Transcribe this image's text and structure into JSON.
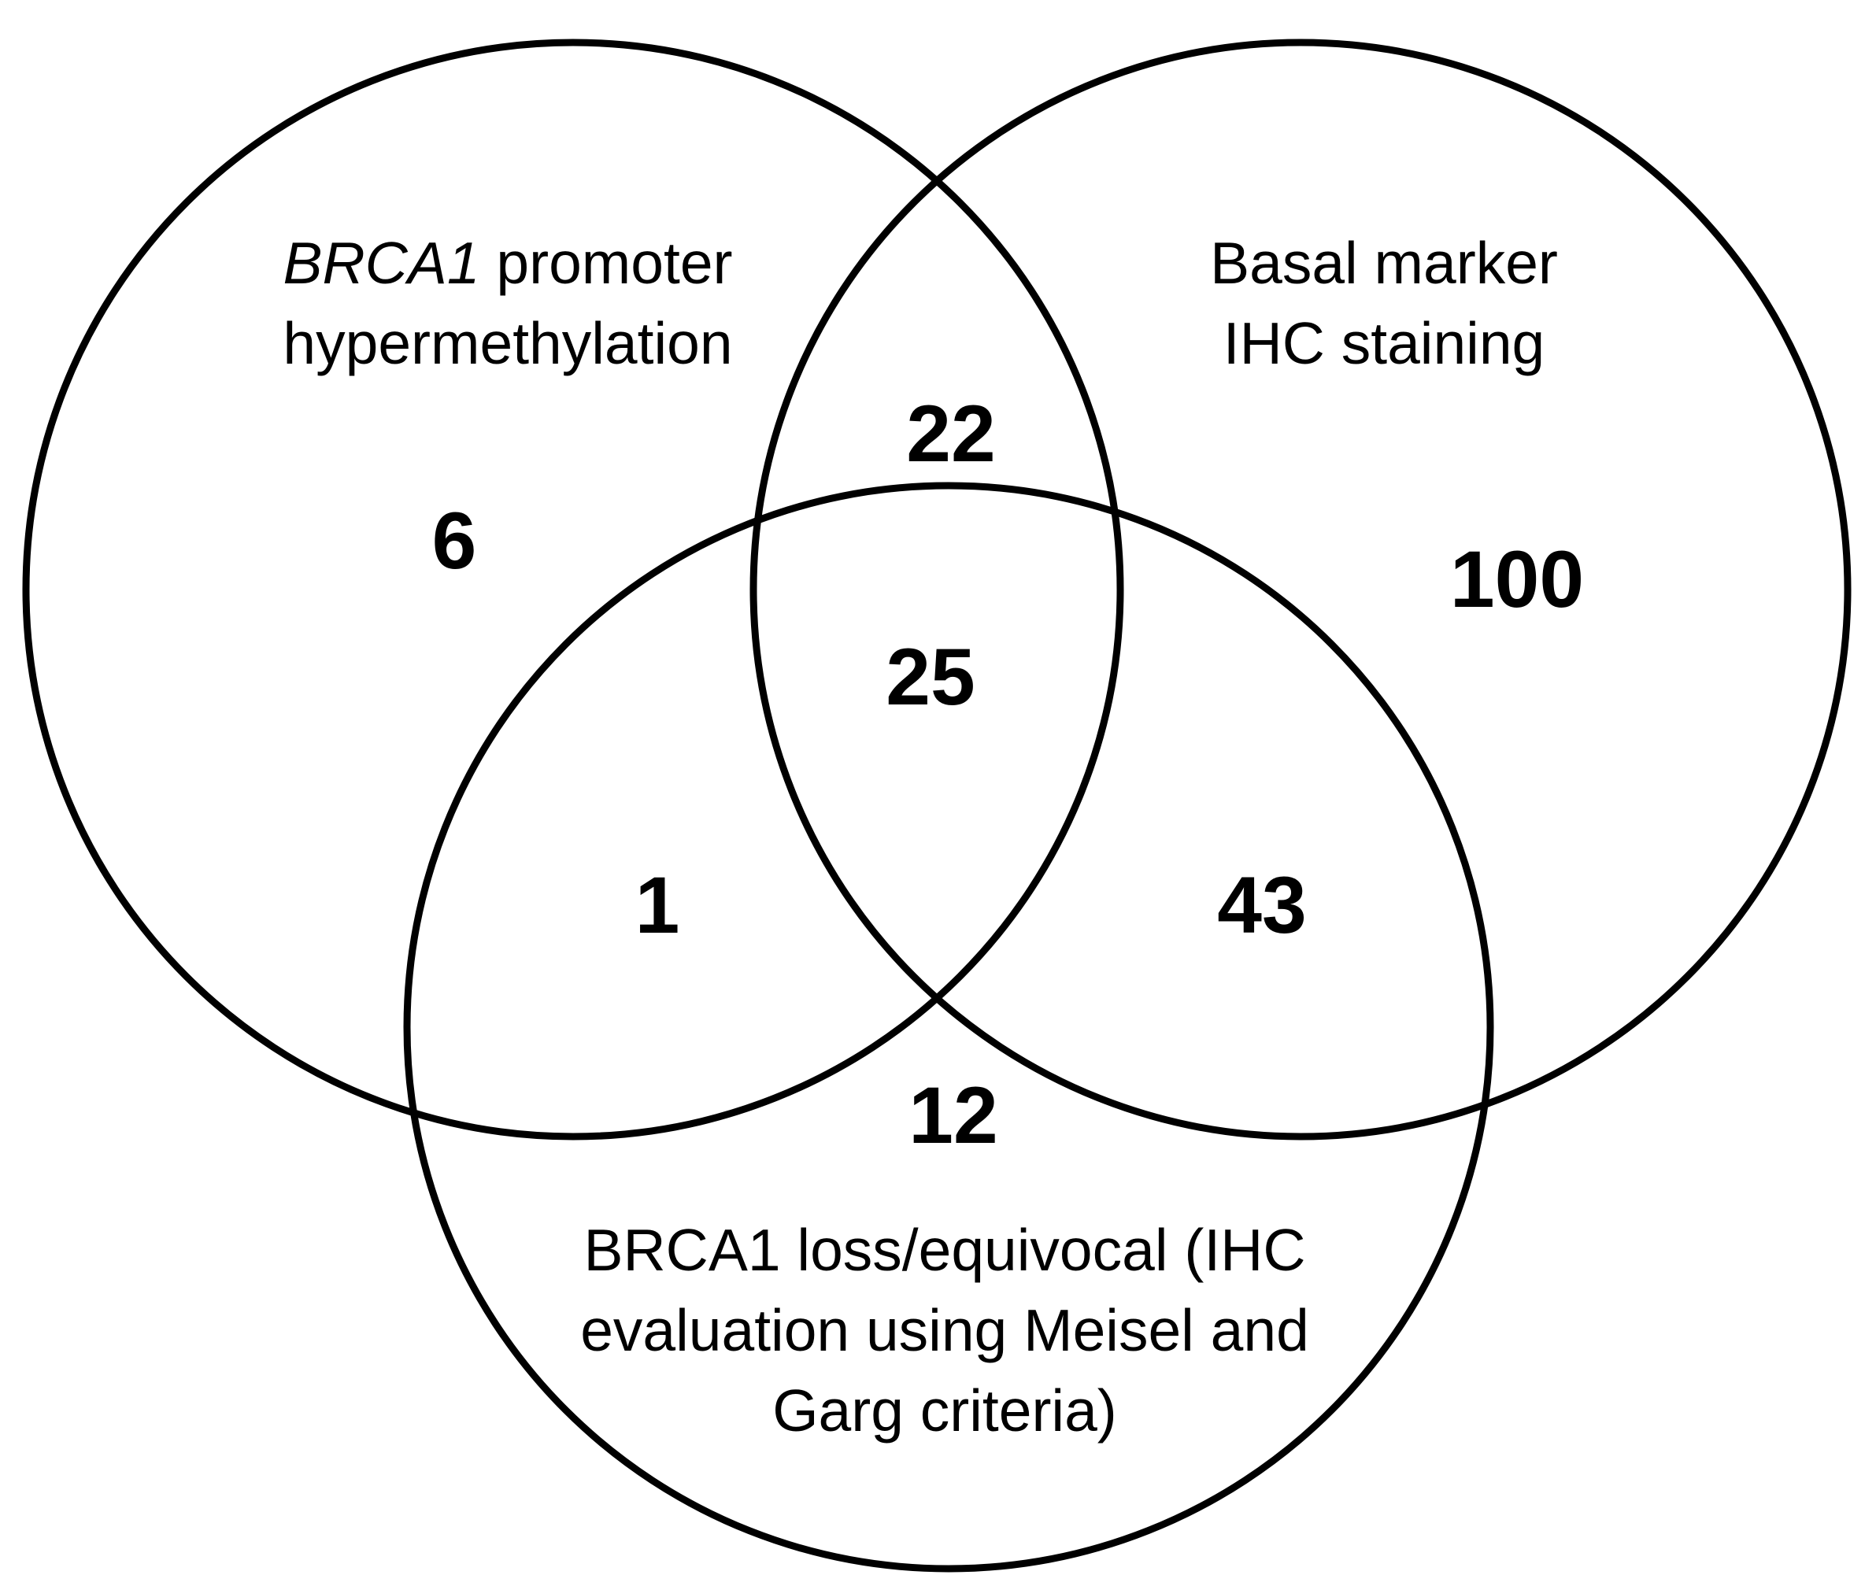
{
  "figure": {
    "type": "venn-diagram",
    "background_color": "#ffffff",
    "stroke_color": "#000000",
    "text_color": "#000000",
    "sets": {
      "methylation": {
        "name_italic": "BRCA1",
        "name_rest": " promoter",
        "name_line2": "hypermethylation",
        "only_count": "6"
      },
      "basal": {
        "name_line1": "Basal marker",
        "name_line2": "IHC staining",
        "only_count": "100"
      },
      "loss": {
        "name_line1": "BRCA1 loss/equivocal (IHC",
        "name_line2": "evaluation using Meisel and",
        "name_line3": "Garg criteria)",
        "only_count": "12"
      }
    },
    "overlaps": {
      "methylation_basal": "22",
      "methylation_loss": "1",
      "basal_loss": "43",
      "all_three": "25"
    }
  },
  "chart_data": {
    "type": "venn",
    "sets": [
      "BRCA1 promoter hypermethylation",
      "Basal marker IHC staining",
      "BRCA1 loss/equivocal (IHC evaluation using Meisel and Garg criteria)"
    ],
    "regions": [
      {
        "sets": [
          "BRCA1 promoter hypermethylation"
        ],
        "value": 6
      },
      {
        "sets": [
          "Basal marker IHC staining"
        ],
        "value": 100
      },
      {
        "sets": [
          "BRCA1 loss/equivocal (IHC evaluation using Meisel and Garg criteria)"
        ],
        "value": 12
      },
      {
        "sets": [
          "BRCA1 promoter hypermethylation",
          "Basal marker IHC staining"
        ],
        "value": 22
      },
      {
        "sets": [
          "BRCA1 promoter hypermethylation",
          "BRCA1 loss/equivocal (IHC evaluation using Meisel and Garg criteria)"
        ],
        "value": 1
      },
      {
        "sets": [
          "Basal marker IHC staining",
          "BRCA1 loss/equivocal (IHC evaluation using Meisel and Garg criteria)"
        ],
        "value": 43
      },
      {
        "sets": [
          "BRCA1 promoter hypermethylation",
          "Basal marker IHC staining",
          "BRCA1 loss/equivocal (IHC evaluation using Meisel and Garg criteria)"
        ],
        "value": 25
      }
    ],
    "legend_position": "in-circle labels",
    "grid": false
  }
}
